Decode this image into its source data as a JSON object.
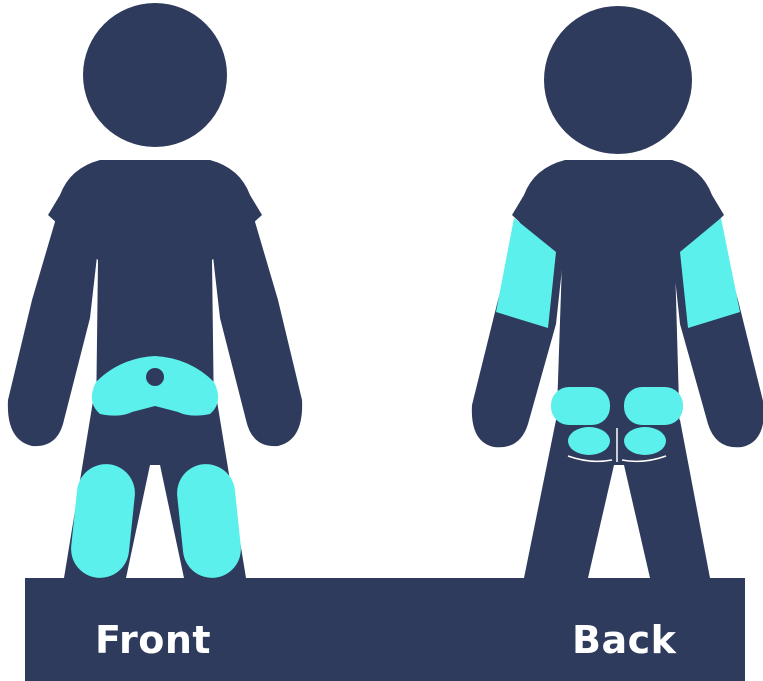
{
  "colors": {
    "background": "#ffffff",
    "figure": "#2f3b5c",
    "injection_site": "#5cf0ec",
    "banner": "#2f3b5c",
    "label_text": "#ffffff"
  },
  "labels": {
    "front": "Front",
    "back": "Back"
  },
  "figures": [
    {
      "view": "front",
      "highlighted_sites": [
        "abdomen",
        "left-thigh",
        "right-thigh"
      ]
    },
    {
      "view": "back",
      "highlighted_sites": [
        "left-upper-arm",
        "right-upper-arm",
        "upper-buttocks",
        "lower-buttocks"
      ]
    }
  ]
}
